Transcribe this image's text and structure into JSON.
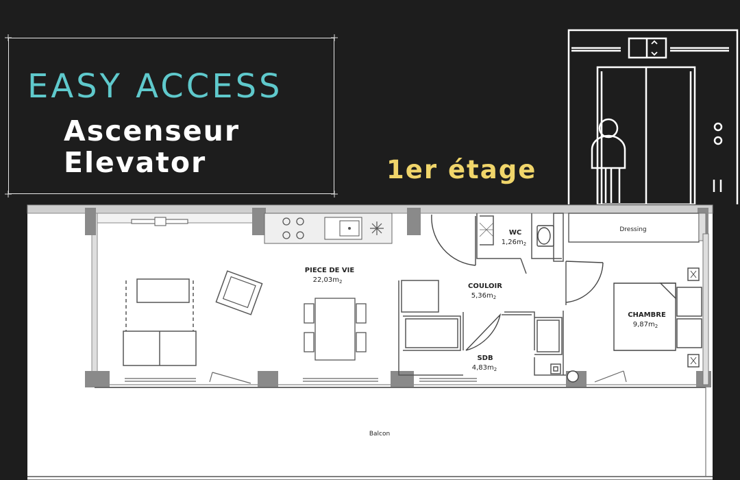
{
  "banner": {
    "title": "EASY ACCESS",
    "subtitle_fr": "Ascenseur",
    "subtitle_en": "Elevator",
    "floor": "1er étage",
    "title_color": "#5fc9cc",
    "floor_color": "#f0d56a"
  },
  "icons": {
    "elevator": "elevator-icon"
  },
  "rooms": {
    "piece_de_vie": {
      "name": "PIECE DE VIE",
      "area": "22,03m",
      "unit_sup": "2"
    },
    "couloir": {
      "name": "COULOIR",
      "area": "5,36m",
      "unit_sup": "2"
    },
    "wc": {
      "name": "WC",
      "area": "1,26m",
      "unit_sup": "2"
    },
    "sdb": {
      "name": "SDB",
      "area": "4,83m",
      "unit_sup": "2"
    },
    "chambre": {
      "name": "CHAMBRE",
      "area": "9,87m",
      "unit_sup": "2"
    },
    "dressing": {
      "name": "Dressing"
    },
    "balcon": {
      "name": "Balcon"
    }
  }
}
